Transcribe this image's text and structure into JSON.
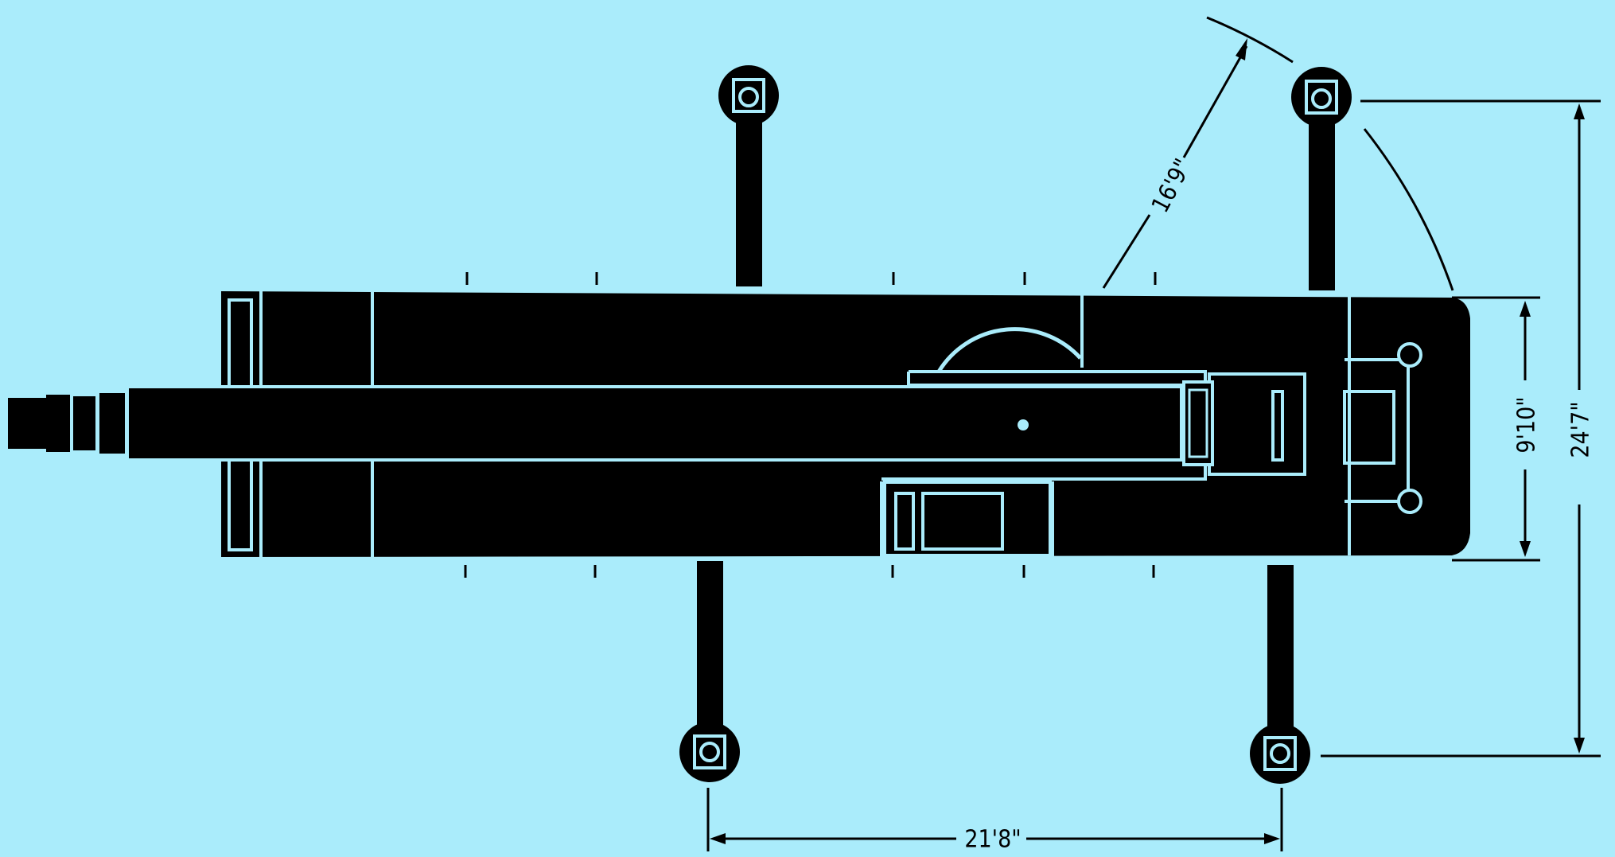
{
  "colors": {
    "background": "#aaecfb",
    "ink": "#000000",
    "outline": "#aaecfb"
  },
  "dimensions": {
    "radius": "16'9\"",
    "overall_width": "24'7\"",
    "body_width": "9'10\"",
    "outrigger_spread": "21'8\""
  }
}
